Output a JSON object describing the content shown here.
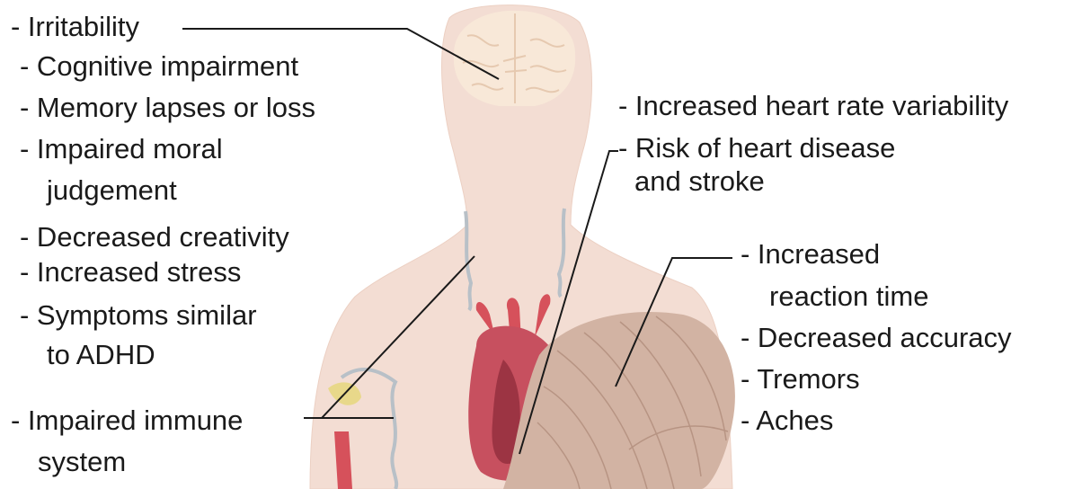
{
  "colors": {
    "skin": "#f3ddd3",
    "skin_edge": "#ecd0c3",
    "brain": "#f8e8d8",
    "brain_folds": "#e6c9b0",
    "heart": "#c7505f",
    "heart_dark": "#9c3443",
    "artery": "#d6515b",
    "muscle": "#d2b3a3",
    "muscle_lines": "#b79483",
    "lymph": "#b8c0c7",
    "gland": "#e8d88a",
    "leader_line": "#1a1a1a",
    "text": "#1a1a1a"
  },
  "left_labels": {
    "irritability": "- Irritability",
    "cognitive": "- Cognitive impairment",
    "memory": "- Memory lapses or loss",
    "moral_1": "- Impaired moral",
    "moral_2": "judgement",
    "creativity": "- Decreased creativity",
    "stress": "- Increased stress",
    "adhd_1": "- Symptoms similar",
    "adhd_2": "to ADHD",
    "immune_1": "- Impaired immune",
    "immune_2": "system"
  },
  "heart_labels": {
    "hrv": "- Increased heart rate variability",
    "risk_1": "- Risk of heart disease",
    "risk_2": "and stroke"
  },
  "muscle_labels": {
    "reaction_1": "- Increased",
    "reaction_2": "reaction time",
    "accuracy": "- Decreased accuracy",
    "tremors": "- Tremors",
    "aches": "- Aches"
  }
}
